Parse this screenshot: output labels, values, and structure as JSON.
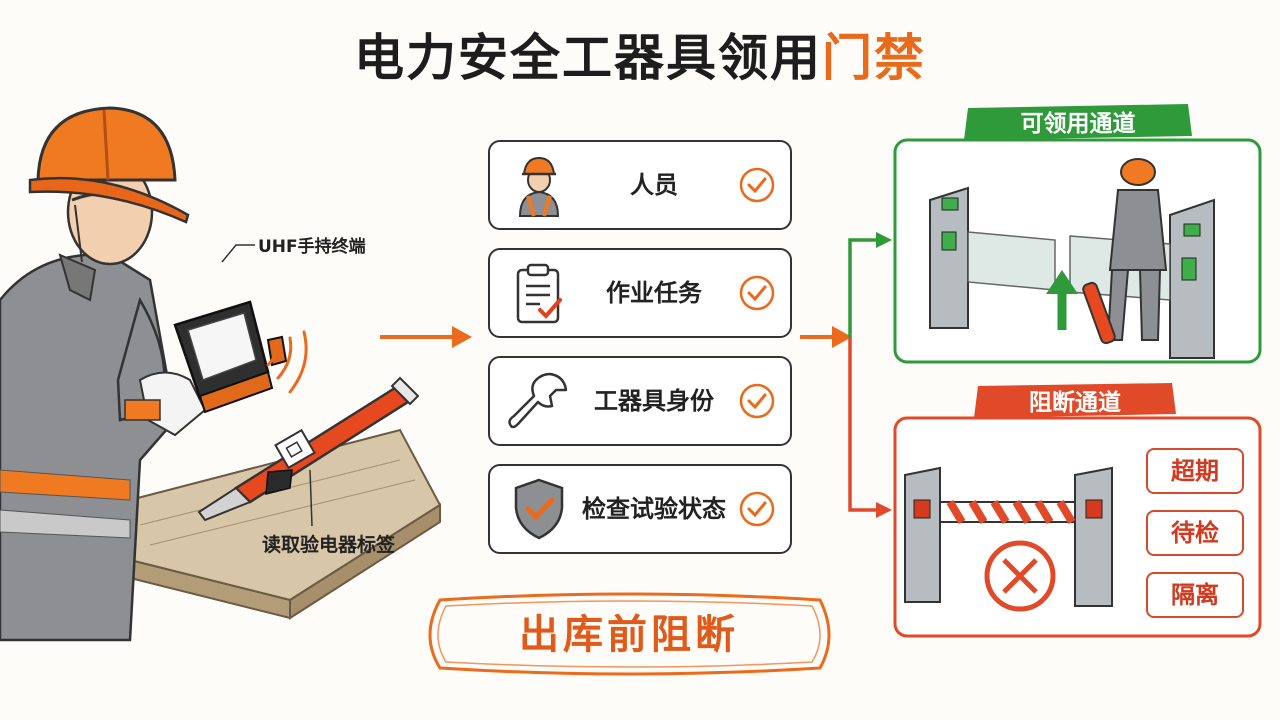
{
  "title": {
    "main": "电力安全工器具领用",
    "accent": "门禁"
  },
  "left": {
    "device_label": "UHF手持终端",
    "tag_label": "读取验电器标签"
  },
  "checks": [
    {
      "label": "人员",
      "icon": "worker-icon"
    },
    {
      "label": "作业任务",
      "icon": "clipboard-icon"
    },
    {
      "label": "工器具身份",
      "icon": "wrench-icon"
    },
    {
      "label": "检查试验状态",
      "icon": "shield-icon"
    }
  ],
  "panels": {
    "allow": {
      "title": "可领用通道",
      "color": "#2e9a3a"
    },
    "block": {
      "title": "阻断通道",
      "color": "#e04a28",
      "statuses": [
        "超期",
        "待检",
        "隔离"
      ]
    }
  },
  "bottom_banner": "出库前阻断",
  "colors": {
    "accent": "#ea6a1c",
    "allow": "#2e9a3a",
    "block": "#e04a28",
    "ink": "#222222"
  }
}
